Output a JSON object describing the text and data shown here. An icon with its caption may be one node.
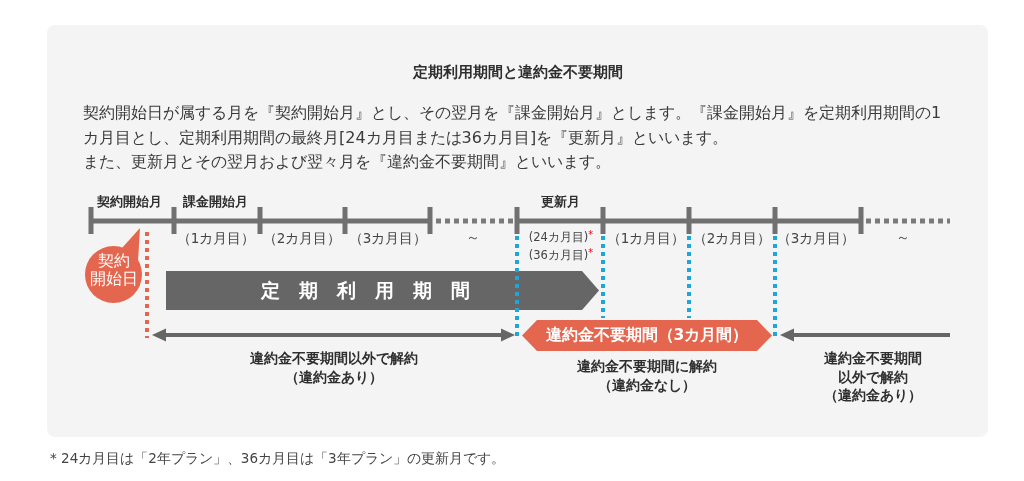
{
  "diagram": {
    "title": "定期利用期間と違約金不要期間",
    "caption": "* 24カ月目は「2年プラン」、36カ月目は「3年プラン」の更新月です。",
    "nodes": [
      {
        "text": [
          "契約開始日"
        ]
      },
      {
        "text": [
          "定期利用期間"
        ]
      },
      {
        "text": [
          "違約金不要期間（3カ月間）"
        ]
      }
    ],
    "labels": [
      "契約開始日が属する月を『契約開始月』とし、その翌月を『課金開始月』とします。『課金開始月』を定期利用期間の1カ月目とし、定期利用期間の最終月[24カ月目または36カ月目]を『更新月』といいます。",
      "また、更新月とその翌月および翌々月を『違約金不要期間』といいます。",
      "契約開始月",
      "課金開始月",
      "更新月",
      "（1カ月目）",
      "（2カ月目）",
      "（3カ月目）",
      "～",
      "(24カ月目)$^{*}$",
      "(36カ月目)$^{*}$",
      "（1カ月目）",
      "（2カ月目）",
      "（3カ月目）",
      "～",
      "違約金不要期間以外で解約（違約金あり）",
      "違約金不要期間に解約（違約金なし）",
      "違約金不要期間以外で解約（違約金あり）"
    ]
  }
}
